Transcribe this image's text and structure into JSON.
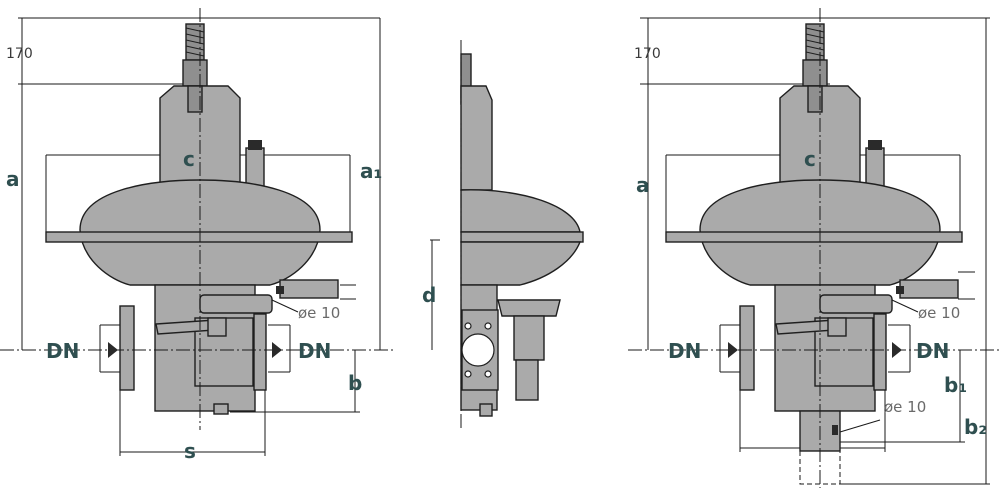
{
  "figure": {
    "left_view": {
      "top_dim": "170",
      "a": "a",
      "a1": "a₁",
      "c": "c",
      "dn_left": "DN",
      "dn_right": "DN",
      "b": "b",
      "s": "s",
      "pipe": "øe 10"
    },
    "middle_view": {
      "d": "d"
    },
    "right_view": {
      "top_dim": "170",
      "a": "a",
      "c": "c",
      "dn_left": "DN",
      "dn_right": "DN",
      "b1": "b₁",
      "b2": "b₂",
      "pipe_upper": "øe 10",
      "pipe_lower": "øe 10"
    }
  },
  "colors": {
    "body": "#aaaaaa",
    "label": "#2f4f50",
    "line": "#1a1a1a"
  }
}
